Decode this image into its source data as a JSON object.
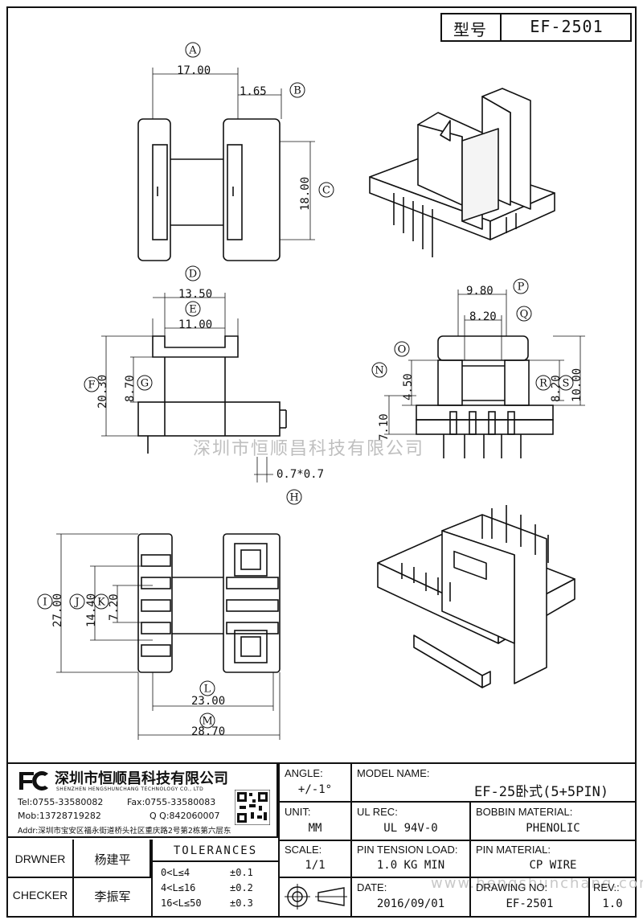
{
  "header": {
    "type_label": "型号",
    "model_code": "EF-2501"
  },
  "dimensions": {
    "top_view": {
      "A": "17.00",
      "B": "1.65",
      "C": "18.00"
    },
    "side_view": {
      "D": "13.50",
      "E": "11.00",
      "F": "20.30",
      "G": "8.70",
      "H": "0.7*0.7"
    },
    "front_view": {
      "P": "9.80",
      "Q": "8.20",
      "O": "4.50",
      "N": "7.10",
      "R": "8.20",
      "S": "10.00"
    },
    "bottom_view": {
      "I": "27.00",
      "J": "14.40",
      "K": "7.20",
      "L": "23.00",
      "M": "28.70"
    }
  },
  "callouts": [
    "A",
    "B",
    "C",
    "D",
    "E",
    "F",
    "G",
    "H",
    "I",
    "J",
    "K",
    "L",
    "M",
    "N",
    "O",
    "P",
    "Q",
    "R",
    "S"
  ],
  "watermark_center": "深圳市恒顺昌科技有限公司",
  "watermark_url": "www.hengshunchang.com",
  "company": {
    "name_cn": "深圳市恒顺昌科技有限公司",
    "name_en": "SHENZHEN HENGSHUNCHANG TECHNOLOGY CO., LTD",
    "tel": "Tel:0755-33580082",
    "fax": "Fax:0755-33580083",
    "mob": "Mob:13728719282",
    "qq": "Q Q:842060007",
    "addr": "Addr:深圳市宝安区福永街道桥头社区重庆路2号第2栋第六层东"
  },
  "title_block": {
    "angle_label": "ANGLE:",
    "angle_value": "+/-1°",
    "model_name_label": "MODEL NAME:",
    "model_name_value": "EF-25卧式(5+5PIN)",
    "unit_label": "UNIT:",
    "unit_value": "MM",
    "ul_rec_label": "UL REC:",
    "ul_rec_value": "UL 94V-0",
    "bobbin_material_label": "BOBBIN MATERIAL:",
    "bobbin_material_value": "PHENOLIC",
    "drawner_label": "DRWNER",
    "drawner_value": "杨建平",
    "checker_label": "CHECKER",
    "checker_value": "李振军",
    "tolerances_label": "TOLERANCES",
    "tolerance_rows": [
      {
        "range": "0<L≤4",
        "tol": "±0.1"
      },
      {
        "range": "4<L≤16",
        "tol": "±0.2"
      },
      {
        "range": "16<L≤50",
        "tol": "±0.3"
      }
    ],
    "scale_label": "SCALE:",
    "scale_value": "1/1",
    "pin_tension_label": "PIN TENSION LOAD:",
    "pin_tension_value": "1.0 KG MIN",
    "pin_material_label": "PIN MATERIAL:",
    "pin_material_value": "CP WIRE",
    "date_label": "DATE:",
    "date_value": "2016/09/01",
    "drawing_no_label": "DRAWING NO:",
    "drawing_no_value": "EF-2501",
    "rev_label": "REV.:",
    "rev_value": "1.0"
  }
}
